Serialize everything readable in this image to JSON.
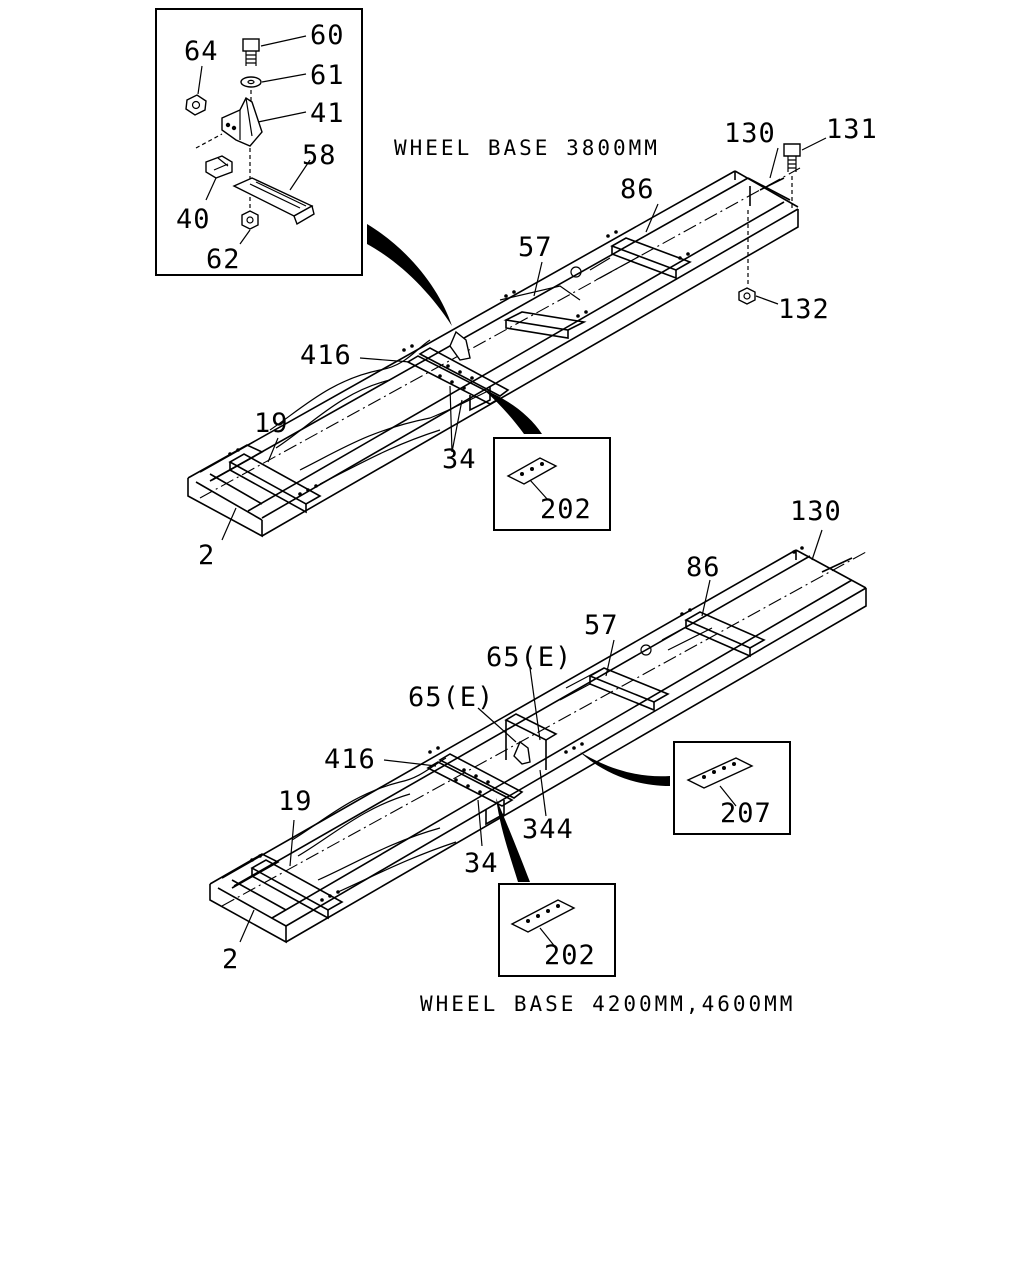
{
  "captions": {
    "top": "WHEEL BASE 3800MM",
    "bottom": "WHEEL BASE 4200MM,4600MM"
  },
  "top_diagram": {
    "inset_labels": {
      "l60": "60",
      "l61": "61",
      "l64": "64",
      "l41": "41",
      "l58": "58",
      "l40": "40",
      "l62": "62"
    },
    "frame_labels": {
      "l130": "130",
      "l131": "131",
      "l86": "86",
      "l57": "57",
      "l132": "132",
      "l416": "416",
      "l19": "19",
      "l34": "34",
      "l2": "2"
    },
    "plate_label": "202"
  },
  "bottom_diagram": {
    "frame_labels": {
      "l130": "130",
      "l86": "86",
      "l57": "57",
      "l65a": "65(E)",
      "l65b": "65(E)",
      "l416": "416",
      "l19": "19",
      "l344": "344",
      "l34": "34",
      "l2": "2"
    },
    "plate_label_207": "207",
    "plate_label_202": "202"
  }
}
